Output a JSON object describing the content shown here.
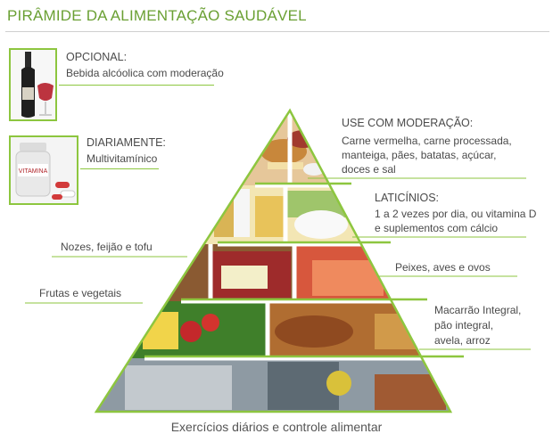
{
  "title": "PIRÂMIDE DA ALIMENTAÇÃO SAUDÁVEL",
  "optional": {
    "heading": "OPCIONAL:",
    "text": "Bebida alcóolica com moderação"
  },
  "daily": {
    "heading": "DIARIAMENTE:",
    "text": "Multivitamínico",
    "bottle_label": "VITAMINA"
  },
  "moderation": {
    "heading": "USE COM MODERAÇÃO:",
    "lines": [
      "Carne vermelha, carne processada,",
      "manteiga, pães, batatas, açúcar,",
      "doces e sal"
    ]
  },
  "dairy": {
    "heading": "LATICÍNIOS:",
    "lines": [
      "1 a 2 vezes por dia, ou vitamina D",
      "e suplementos com cálcio"
    ]
  },
  "nuts": {
    "text": "Nozes, feijão e tofu"
  },
  "fish": {
    "text": "Peixes, aves e ovos"
  },
  "fruits": {
    "text": "Frutas e vegetais"
  },
  "grains": {
    "lines": [
      "Macarrão Integral,",
      "pão integral,",
      "avela, arroz"
    ]
  },
  "footer": "Exercícios diários e controle alimentar",
  "colors": {
    "accent": "#8dc63f",
    "title": "#6aa033",
    "text": "#4a4a4a"
  }
}
